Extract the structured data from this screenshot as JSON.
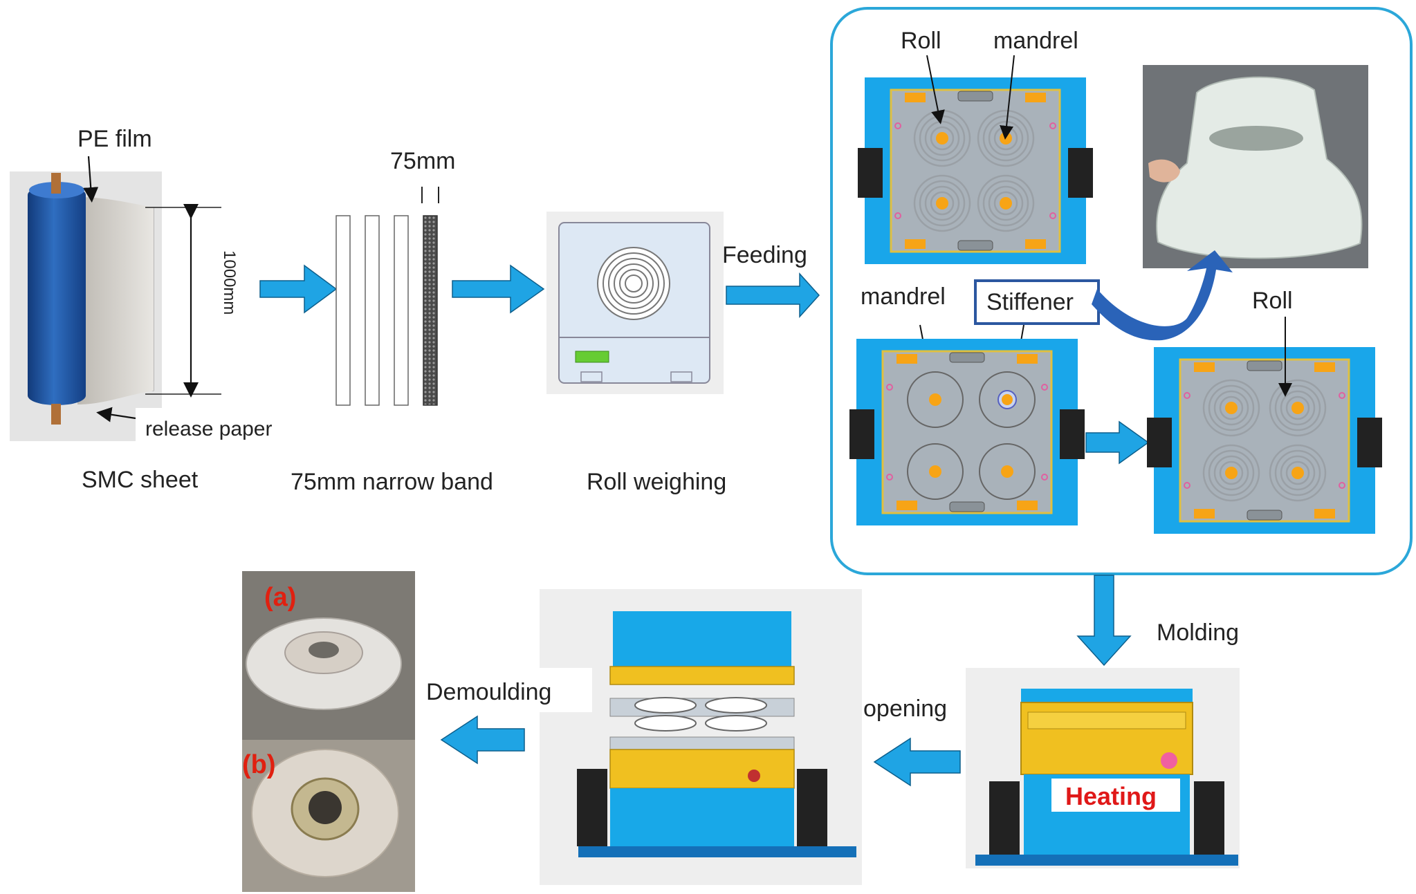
{
  "labels": {
    "pe_film": "PE film",
    "width_dim": "1000mm",
    "release_paper": "release paper",
    "smc_sheet": "SMC sheet",
    "band_width": "75mm",
    "narrow_band": "75mm narrow band",
    "roll_weighing": "Roll weighing",
    "feeding": "Feeding",
    "roll_top": "Roll",
    "mandrel_top": "mandrel",
    "mandrel_mid": "mandrel",
    "stiffener": "Stiffener",
    "roll_mid": "Roll",
    "molding": "Molding",
    "heating": "Heating",
    "opening": "opening",
    "demoulding": "Demoulding",
    "photo_a": "(a)",
    "photo_b": "(b)"
  },
  "colors": {
    "arrow_blue": "#1fa4e4",
    "panel_border": "#2ba7d9",
    "mold_blue": "#18a8e8",
    "mold_gold": "#f0c020",
    "mold_grey": "#b4bcc4",
    "orange": "#f7a416",
    "heating_red": "#e01818",
    "photo_label_red": "#e02010"
  }
}
